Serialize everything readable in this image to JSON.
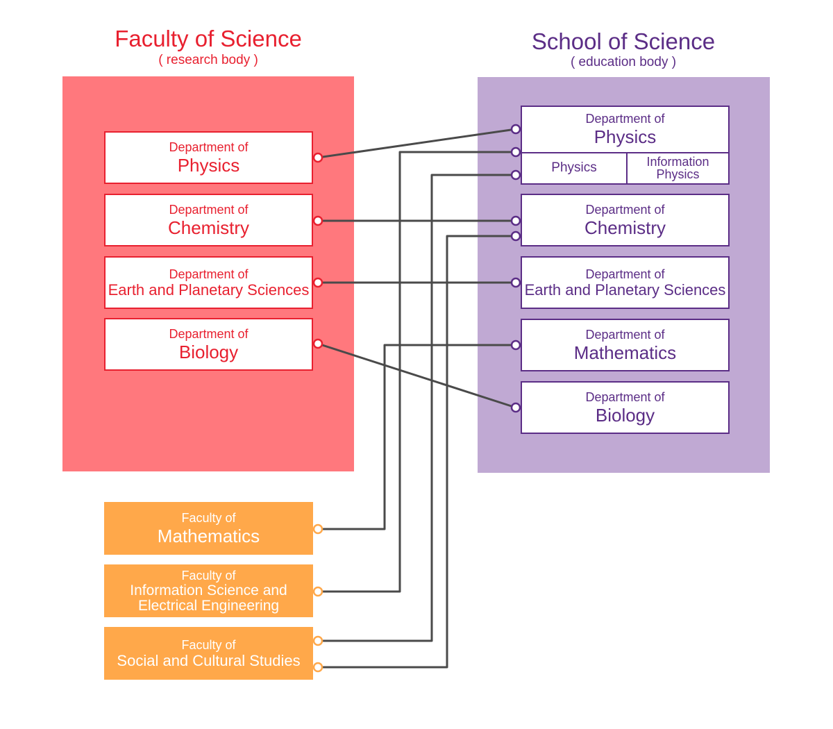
{
  "research_body": {
    "title": "Faculty of Science",
    "subtitle": "( research body )",
    "color": "#e8202f",
    "panel_color": "#ff787d",
    "departments": [
      {
        "prefix": "Department of",
        "name": "Physics"
      },
      {
        "prefix": "Department of",
        "name": "Chemistry"
      },
      {
        "prefix": "Department of",
        "name": "Earth and Planetary Sciences"
      },
      {
        "prefix": "Department of",
        "name": "Biology"
      }
    ]
  },
  "education_body": {
    "title": "School of Science",
    "subtitle": "( education body )",
    "color": "#5b2d86",
    "panel_color": "#c0a9d3",
    "departments": [
      {
        "prefix": "Department of",
        "name": "Physics",
        "courses": [
          "Physics",
          "Information Physics"
        ]
      },
      {
        "prefix": "Department of",
        "name": "Chemistry"
      },
      {
        "prefix": "Department of",
        "name": "Earth and Planetary Sciences"
      },
      {
        "prefix": "Department of",
        "name": "Mathematics"
      },
      {
        "prefix": "Department of",
        "name": "Biology"
      }
    ]
  },
  "other_faculties": {
    "color": "#ffa84a",
    "items": [
      {
        "prefix": "Faculty of",
        "name": "Mathematics"
      },
      {
        "prefix": "Faculty of",
        "name": "Information Science and Electrical Engineering"
      },
      {
        "prefix": "Faculty of",
        "name": "Social and Cultural Studies"
      }
    ]
  },
  "connections": [
    {
      "from": "Faculty of Science: Physics",
      "to": "School of Science: Physics"
    },
    {
      "from": "Faculty of Science: Chemistry",
      "to": "School of Science: Chemistry"
    },
    {
      "from": "Faculty of Science: Earth and Planetary Sciences",
      "to": "School of Science: Earth and Planetary Sciences"
    },
    {
      "from": "Faculty of Science: Biology",
      "to": "School of Science: Biology"
    },
    {
      "from": "Faculty of Mathematics",
      "to": "School of Science: Mathematics"
    },
    {
      "from": "Faculty of Information Science and Electrical Engineering",
      "to": "School of Science: Physics"
    },
    {
      "from": "Faculty of Social and Cultural Studies",
      "to": "School of Science: Physics"
    },
    {
      "from": "Faculty of Social and Cultural Studies",
      "to": "School of Science: Chemistry"
    }
  ]
}
